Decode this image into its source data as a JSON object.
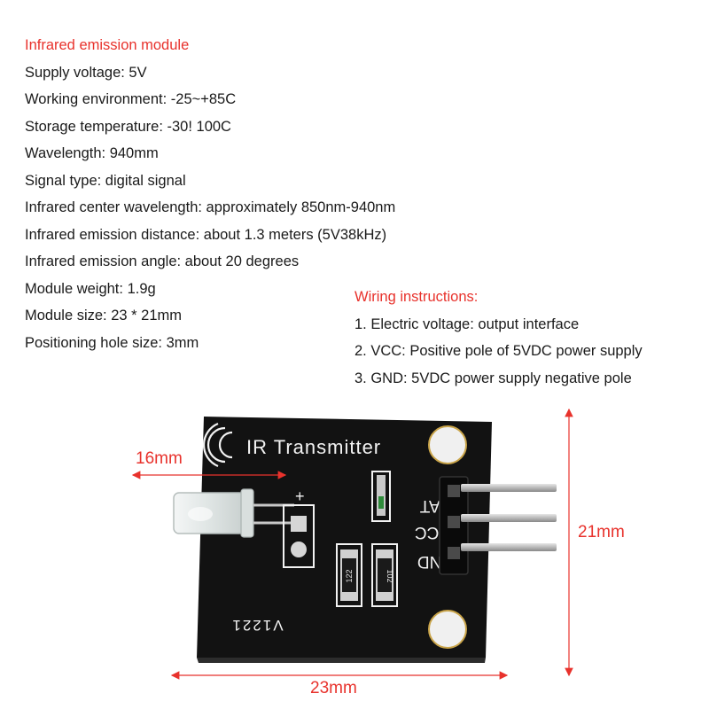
{
  "specs": {
    "title": "Infrared emission module",
    "lines": [
      "Supply voltage: 5V",
      "Working environment: -25~+85C",
      "Storage temperature: -30! 100C",
      "Wavelength: 940mm",
      "Signal type: digital signal",
      "Infrared center wavelength: approximately 850nm-940nm",
      "Infrared emission distance: about 1.3 meters (5V38kHz)",
      "Infrared emission angle: about 20 degrees",
      "Module weight: 1.9g",
      "Module size: 23 * 21mm",
      "Positioning hole size: 3mm"
    ]
  },
  "wiring": {
    "title": "Wiring instructions:",
    "lines": [
      "1. Electric voltage: output interface",
      "2. VCC: Positive pole of 5VDC power supply",
      "3. GND: 5VDC power supply negative pole"
    ]
  },
  "board": {
    "silk_title": "IR  Transmitter",
    "plus": "+",
    "pin_labels": [
      "DAT",
      "VCC",
      "GND"
    ],
    "version": "V1221",
    "resistor1": "122",
    "resistor2": "102"
  },
  "dimensions": {
    "led_length": "16mm",
    "height": "21mm",
    "width": "23mm"
  },
  "colors": {
    "accent_red": "#e8322c",
    "board": "#111111",
    "silkscreen": "#f2f2f2"
  }
}
